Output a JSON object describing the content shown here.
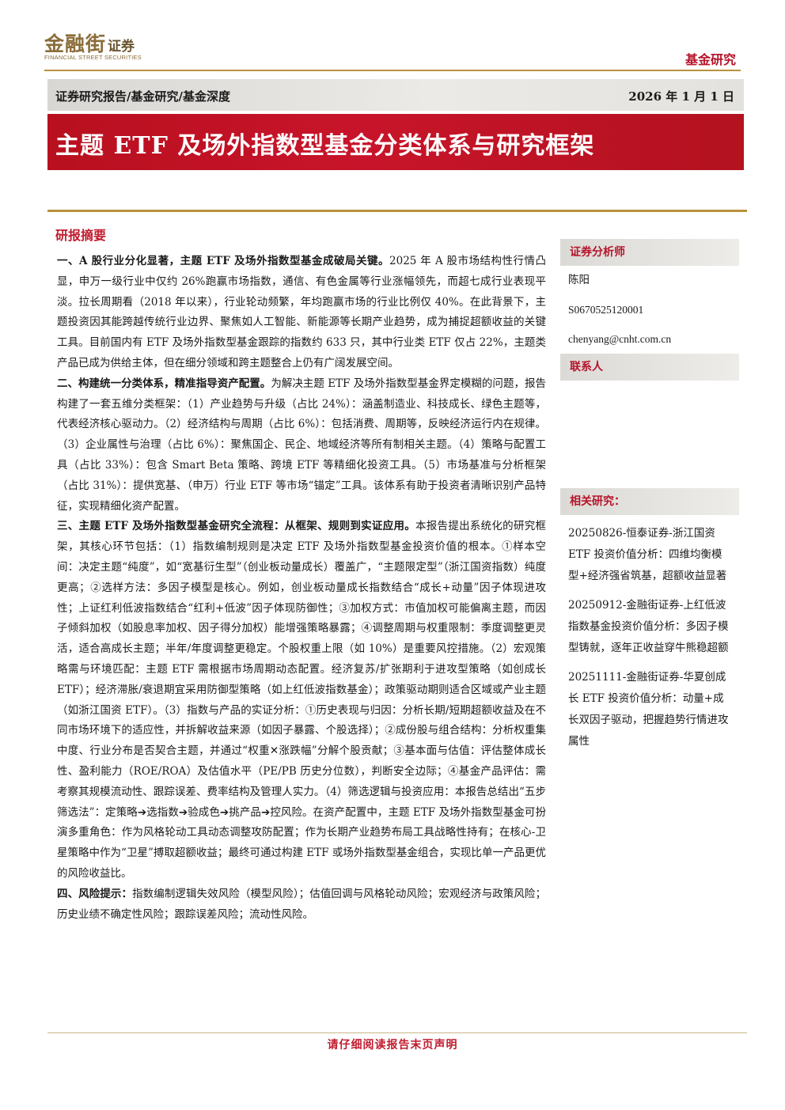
{
  "header": {
    "logo_text": "金融街",
    "logo_suffix": "证券",
    "logo_sub": "FINANCIAL STREET SECURITIES",
    "category": "基金研究",
    "report_type": "证券研究报告/基金研究/基金深度",
    "date": "2026 年 1 月 1 日",
    "title": "主题 ETF 及场外指数型基金分类体系与研究框架"
  },
  "abstract": {
    "section_title": "研报摘要",
    "paragraphs": [
      {
        "lead": "一、A 股行业分化显著，主题 ETF 及场外指数型基金成破局关键。",
        "body": "2025 年 A 股市场结构性行情凸显，申万一级行业中仅约 26%跑赢市场指数，通信、有色金属等行业涨幅领先，而超七成行业表现平淡。拉长周期看（2018 年以来），行业轮动频繁，年均跑赢市场的行业比例仅 40%。在此背景下，主题投资因其能跨越传统行业边界、聚焦如人工智能、新能源等长期产业趋势，成为捕捉超额收益的关键工具。目前国内有 ETF 及场外指数型基金跟踪的指数约 633 只，其中行业类 ETF 仅占 22%，主题类产品已成为供给主体，但在细分领域和跨主题整合上仍有广阔发展空间。"
      },
      {
        "lead": "二、构建统一分类体系，精准指导资产配置。",
        "body": "为解决主题 ETF 及场外指数型基金界定模糊的问题，报告构建了一套五维分类框架：（1）产业趋势与升级（占比 24%）：涵盖制造业、科技成长、绿色主题等，代表经济核心驱动力。（2）经济结构与周期（占比 6%）：包括消费、周期等，反映经济运行内在规律。（3）企业属性与治理（占比 6%）：聚焦国企、民企、地域经济等所有制相关主题。（4）策略与配置工具（占比 33%）：包含 Smart Beta 策略、跨境 ETF 等精细化投资工具。（5）市场基准与分析框架（占比 31%）：提供宽基、（申万）行业 ETF 等市场“锚定”工具。该体系有助于投资者清晰识别产品特征，实现精细化资产配置。"
      },
      {
        "lead": "三、主题 ETF 及场外指数型基金研究全流程：从框架、规则到实证应用。",
        "body": "本报告提出系统化的研究框架，其核心环节包括：（1）指数编制规则是决定 ETF 及场外指数型基金投资价值的根本。①样本空间：决定主题“纯度”，如“宽基衍生型”（创业板动量成长）覆盖广，“主题限定型”（浙江国资指数）纯度更高；②选样方法：多因子模型是核心。例如，创业板动量成长指数结合“成长+动量”因子体现进攻性；上证红利低波指数结合“红利+低波”因子体现防御性；③加权方式：市值加权可能偏离主题，而因子倾斜加权（如股息率加权、因子得分加权）能增强策略暴露；④调整周期与权重限制：季度调整更灵活，适合高成长主题；半年/年度调整更稳定。个股权重上限（如 10%）是重要风控措施。（2）宏观策略需与环境匹配：主题 ETF 需根据市场周期动态配置。经济复苏/扩张期利于进攻型策略（如创成长 ETF）；经济滞胀/衰退期宜采用防御型策略（如上红低波指数基金）；政策驱动期则适合区域或产业主题（如浙江国资 ETF）。（3）指数与产品的实证分析：①历史表现与归因：分析长期/短期超额收益及在不同市场环境下的适应性，并拆解收益来源（如因子暴露、个股选择）；②成份股与组合结构：分析权重集中度、行业分布是否契合主题，并通过“权重✕涨跌幅”分解个股贡献；③基本面与估值：评估整体成长性、盈利能力（ROE/ROA）及估值水平（PE/PB 历史分位数），判断安全边际；④基金产品评估：需考察其规模流动性、跟踪误差、费率结构及管理人实力。（4）筛选逻辑与投资应用：本报告总结出“五步筛选法”：定策略➔选指数➔验成色➔挑产品➔控风险。在资产配置中，主题 ETF 及场外指数型基金可扮演多重角色：作为风格轮动工具动态调整攻防配置；作为长期产业趋势布局工具战略性持有；在核心-卫星策略中作为“卫星”搏取超额收益；最终可通过构建 ETF 或场外指数型基金组合，实现比单一产品更优的风险收益比。"
      },
      {
        "lead": "四、风险提示：",
        "body": "指数编制逻辑失效风险（模型风险）；估值回调与风格轮动风险；宏观经济与政策风险；历史业绩不确定性风险；跟踪误差风险；流动性风险。"
      }
    ]
  },
  "sidebar": {
    "analyst_heading": "证券分析师",
    "analyst_name": "陈阳",
    "analyst_license": "S0670525120001",
    "analyst_email": "chenyang@cnht.com.cn",
    "contact_heading": "联系人",
    "related_heading": "相关研究：",
    "related": [
      "20250826-恒泰证券-浙江国资 ETF 投资价值分析：四维均衡模型+经济强省筑基，超额收益显著",
      "20250912-金融街证券-上红低波指数基金投资价值分析：多因子模型铸就，逐年正收益穿牛熊稳超额",
      "20251111-金融街证券-华夏创成长 ETF 投资价值分析：动量+成长双因子驱动，把握趋势行情进攻属性"
    ]
  },
  "footer": {
    "notice": "请仔细阅读报告末页声明"
  }
}
